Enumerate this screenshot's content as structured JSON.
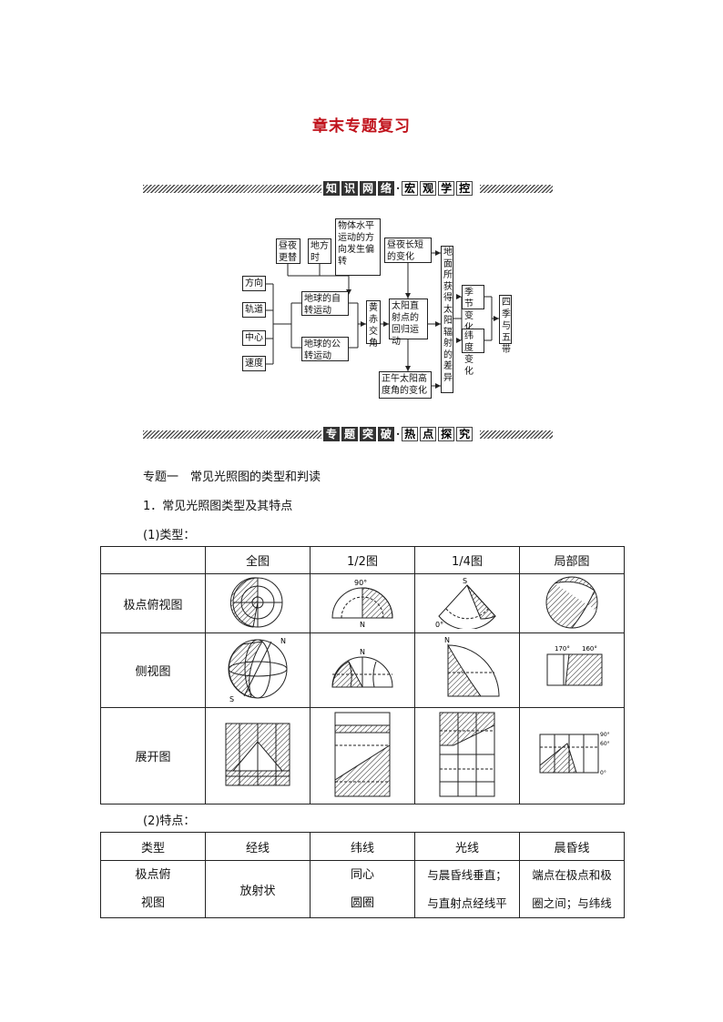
{
  "title": "章末专题复习",
  "banner1": {
    "part1": [
      "知",
      "识",
      "网",
      "络"
    ],
    "dot": "·",
    "part2": [
      "宏",
      "观",
      "学",
      "控"
    ]
  },
  "banner2": {
    "part1": [
      "专",
      "题",
      "突",
      "破"
    ],
    "dot": "·",
    "part2": [
      "热",
      "点",
      "探",
      "究"
    ]
  },
  "concept_map": {
    "left_items": [
      "方向",
      "轨道",
      "中心",
      "速度"
    ],
    "rotation": "地球的自转运动",
    "revolution": "地球的公转运动",
    "day_night_alt": "昼夜更替",
    "local_time": "地方时",
    "deflection": "物体水平运动的方向发生偏转",
    "obliquity": "黄赤交角",
    "day_length": "昼夜长短的变化",
    "sun_migration": "太阳直射点的回归运动",
    "noon_altitude": "正午太阳高度角的变化",
    "solar_radiation": "地面所获得太阳辐射的差异",
    "seasons": "季节变化",
    "latitude_change": "纬度变化",
    "zones": "四季与五带"
  },
  "section": {
    "heading": "专题一　常见光照图的类型和判读",
    "sub1": "1．常见光照图类型及其特点",
    "sub_types": "(1)类型：",
    "sub_features": "(2)特点："
  },
  "table1": {
    "headers": [
      "",
      "全图",
      "1/2图",
      "1/4图",
      "局部图"
    ],
    "rows": [
      "极点俯视图",
      "侧视图",
      "展开图"
    ],
    "labels": {
      "ninety": "90°",
      "n": "N",
      "s": "S",
      "zero": "0°",
      "lon170": "170°",
      "lon160": "160°",
      "lat90": "90°",
      "lat60": "60°",
      "lat0": "0°"
    }
  },
  "table2": {
    "headers": [
      "类型",
      "经线",
      "纬线",
      "光线",
      "晨昏线"
    ],
    "row": {
      "type": [
        "极点俯",
        "视图"
      ],
      "meridian": "放射状",
      "parallel": [
        "同心",
        "圆圈"
      ],
      "ray": [
        "与晨昏线垂直；",
        "与直射点经线平"
      ],
      "terminator": [
        "端点在极点和极",
        "圈之间；与纬线"
      ]
    }
  }
}
